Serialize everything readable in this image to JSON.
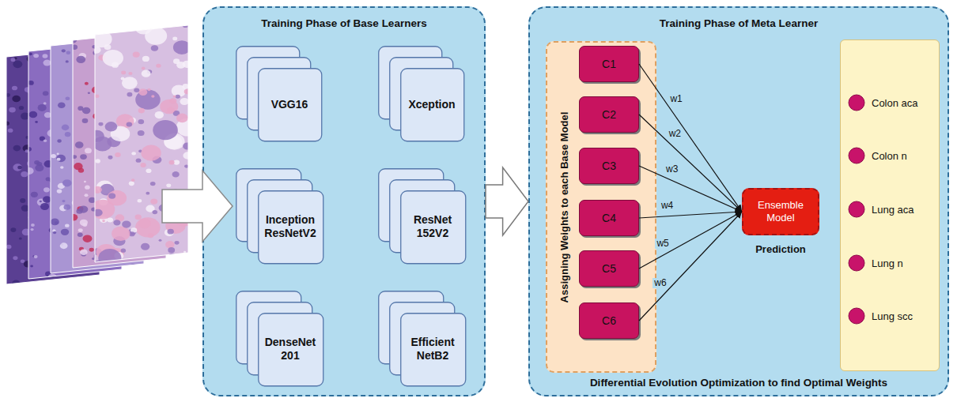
{
  "diagram": {
    "nodes": [
      {
        "text": [
          "Training Phase of Base Learners"
        ]
      },
      {
        "text": [
          "VGG16"
        ],
        "in": 0
      },
      {
        "text": [
          "Xception"
        ],
        "in": 0
      },
      {
        "text": [
          "Inception ResNetV2"
        ],
        "in": 0
      },
      {
        "text": [
          "ResNet 152V2"
        ],
        "in": 0
      },
      {
        "text": [
          "DenseNet 201"
        ],
        "in": 0
      },
      {
        "text": [
          "Efficient NetB2"
        ],
        "in": 0
      },
      {
        "text": [
          "Training Phase of Meta Learner",
          "Differential Evolution Optimization to find Optimal Weights"
        ]
      },
      {
        "text": [
          "Assigning Weights to each Base Model"
        ],
        "in": 7
      },
      {
        "text": [
          "C1"
        ],
        "in": 8
      },
      {
        "text": [
          "C2"
        ],
        "in": 8
      },
      {
        "text": [
          "C3"
        ],
        "in": 8
      },
      {
        "text": [
          "C4"
        ],
        "in": 8
      },
      {
        "text": [
          "C5"
        ],
        "in": 8
      },
      {
        "text": [
          "C6"
        ],
        "in": 8
      },
      {
        "text": [
          "Ensemble Model"
        ],
        "in": 7
      },
      {
        "text": [
          "Colon aca"
        ],
        "in": 7
      },
      {
        "text": [
          "Colon n"
        ],
        "in": 7
      },
      {
        "text": [
          "Lung aca"
        ],
        "in": 7
      },
      {
        "text": [
          "Lung n"
        ],
        "in": 7
      },
      {
        "text": [
          "Lung scc"
        ],
        "in": 7
      }
    ],
    "edges": [
      {
        "from": 0,
        "to": 7,
        "arrow": "to"
      },
      {
        "from": 9,
        "to": 15,
        "label": "w1",
        "arrow": "to"
      },
      {
        "from": 10,
        "to": 15,
        "label": "w2",
        "arrow": "to"
      },
      {
        "from": 11,
        "to": 15,
        "label": "w3",
        "arrow": "to"
      },
      {
        "from": 12,
        "to": 15,
        "label": "w4",
        "arrow": "to"
      },
      {
        "from": 13,
        "to": 15,
        "label": "w5",
        "arrow": "to"
      },
      {
        "from": 14,
        "to": 15,
        "label": "w6",
        "arrow": "to"
      }
    ],
    "labels": [
      "Prediction"
    ]
  }
}
